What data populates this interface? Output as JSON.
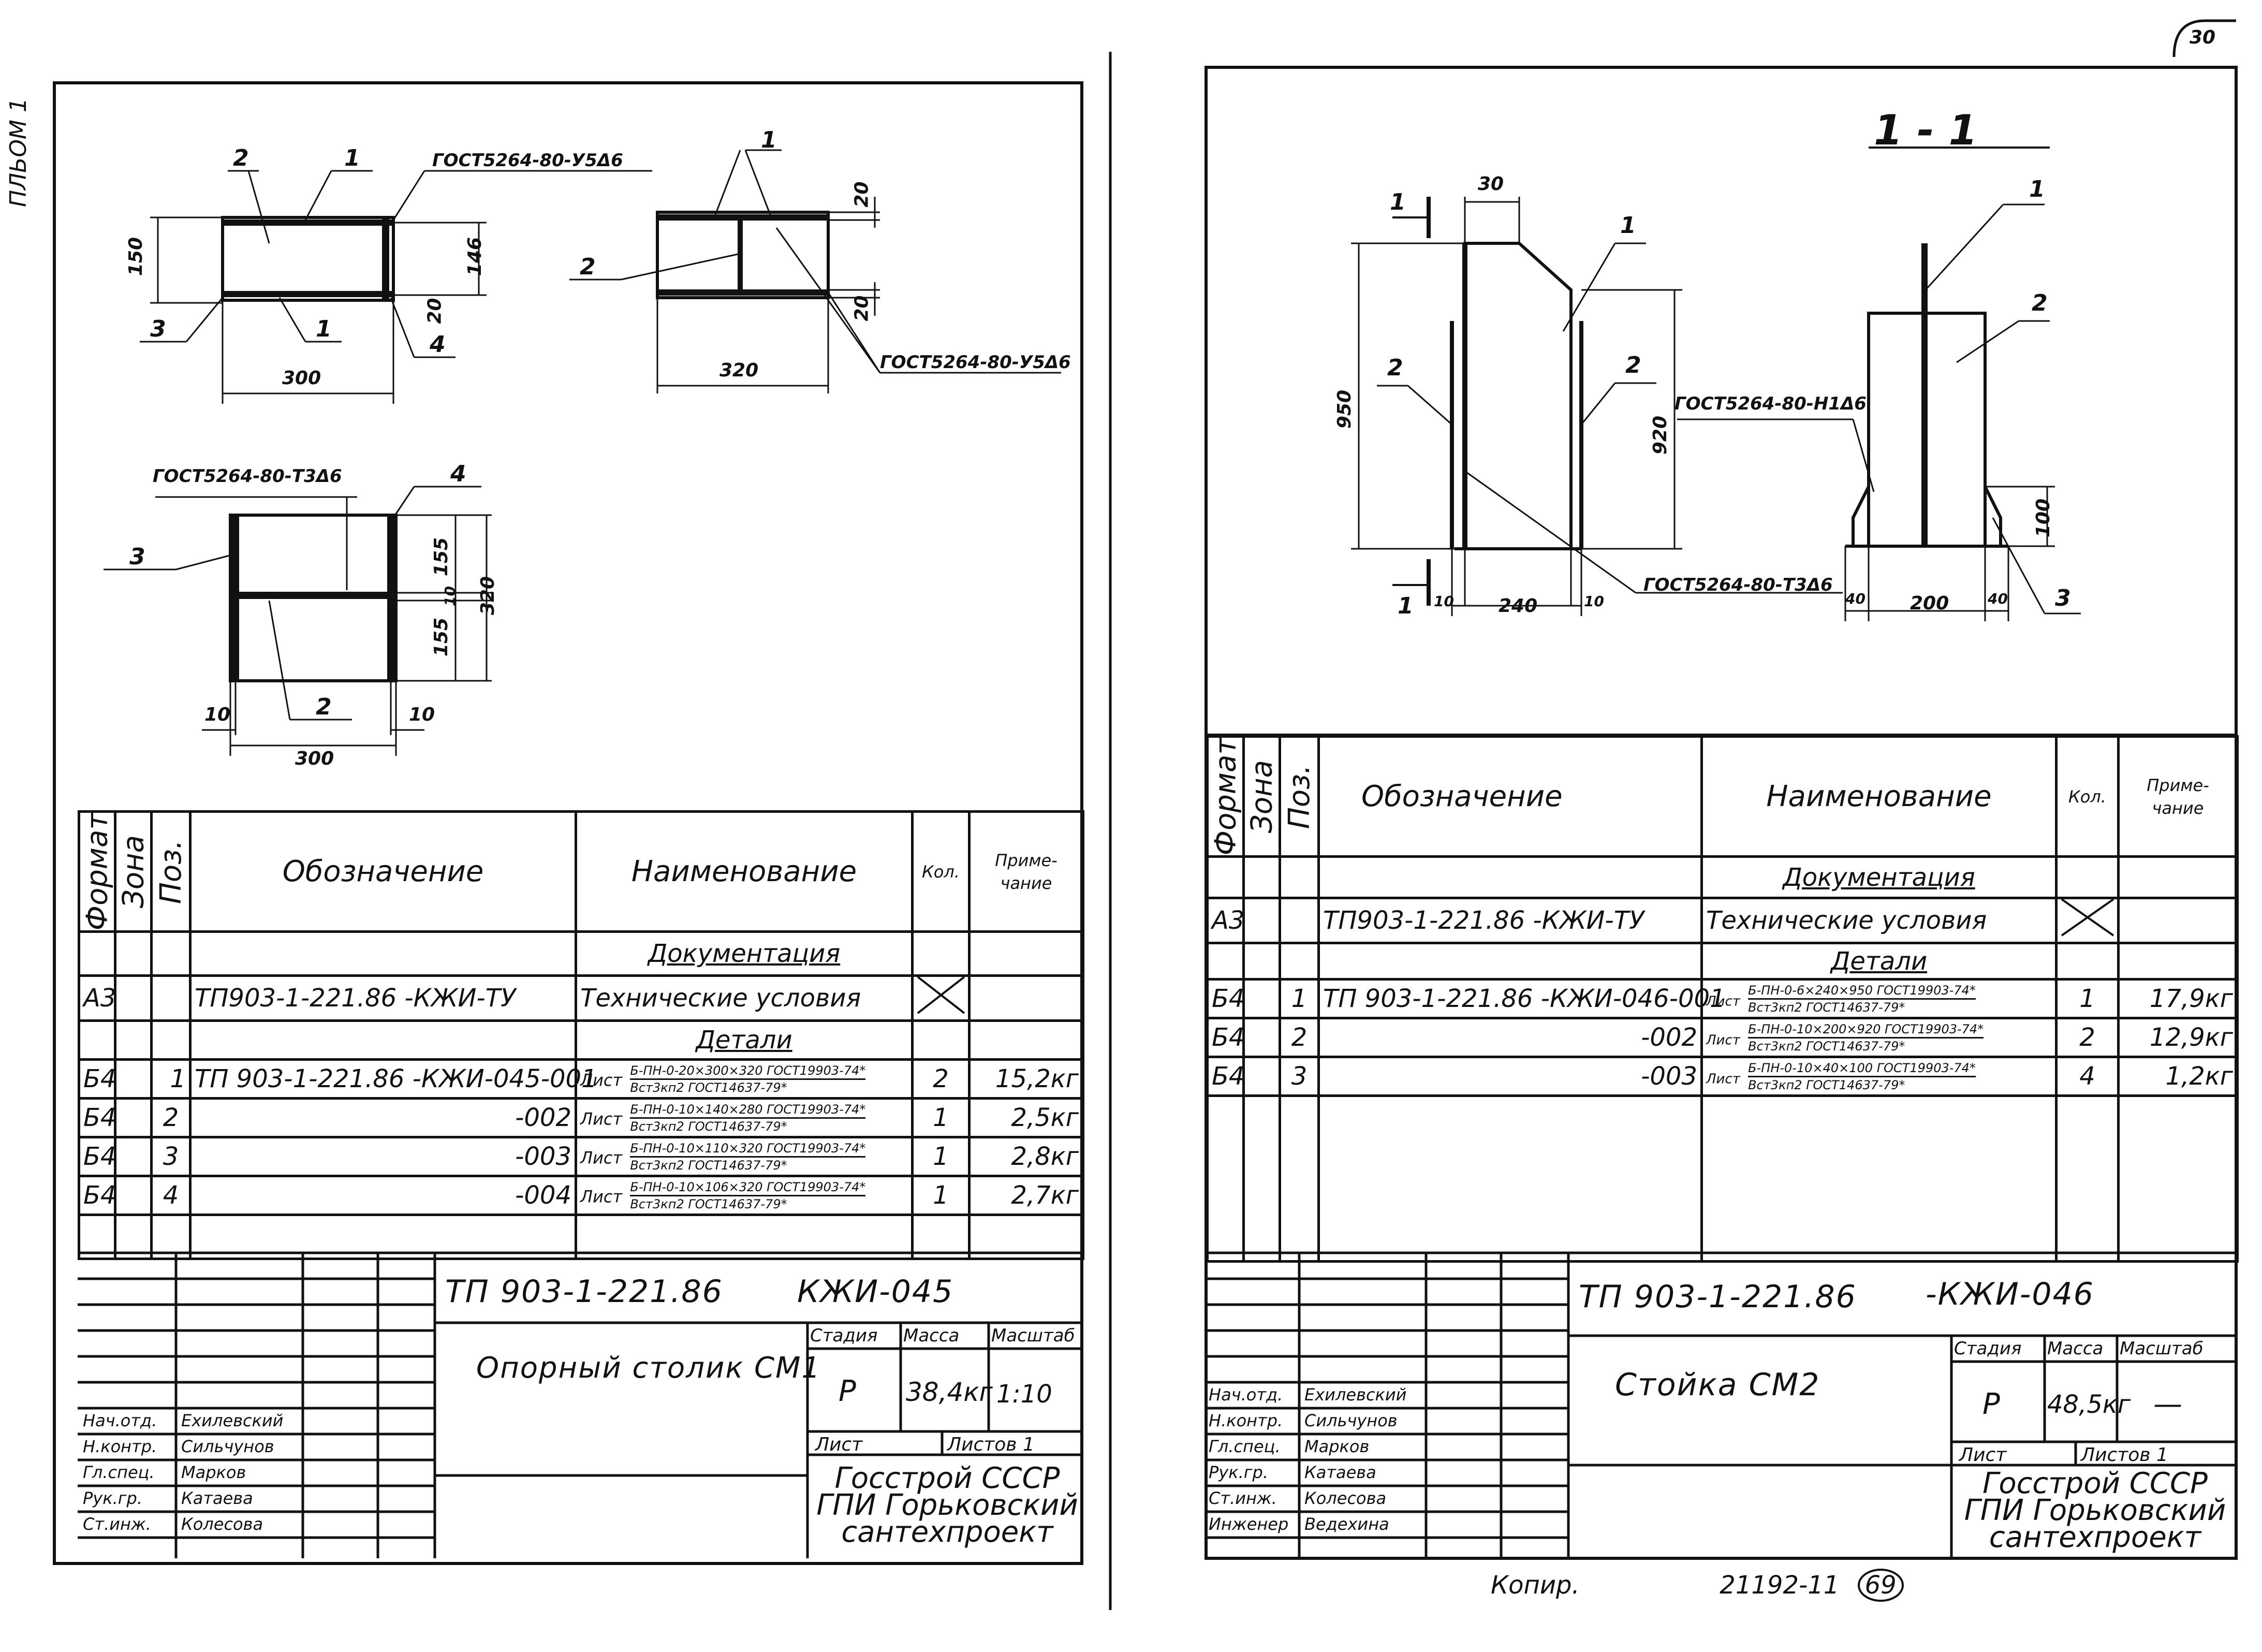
{
  "margin_note": "ПЛЬОМ 1",
  "corner_number": "30",
  "left": {
    "drawing": {
      "top_left": {
        "labels": [
          "2",
          "1",
          "3",
          "1",
          "4"
        ],
        "gost": "ГОСТ5264-80-У5Δ6",
        "dims": [
          "150",
          "146",
          "20",
          "300"
        ]
      },
      "top_right": {
        "labels": [
          "1",
          "2"
        ],
        "gost": "ГОСТ5264-80-У5Δ6",
        "dims": [
          "20",
          "20",
          "320"
        ]
      },
      "bottom": {
        "labels": [
          "4",
          "3",
          "2"
        ],
        "gost": "ГОСТ5264-80-Т3Δ6",
        "dims": [
          "155",
          "10",
          "155",
          "320",
          "10",
          "10",
          "300"
        ]
      }
    },
    "spec": {
      "headers": {
        "format": "Формат",
        "zone": "Зона",
        "pos": "Поз.",
        "designation": "Обозначение",
        "name": "Наименование",
        "qty": "Кол.",
        "note": "Приме-чание"
      },
      "section_docs": "Документация",
      "doc_row": {
        "format": "А3",
        "designation": "ТП903-1-221.86    -КЖИ-ТУ",
        "name": "Технические условия"
      },
      "section_parts": "Детали",
      "rows": [
        {
          "format": "Б4",
          "pos": "1",
          "designation": "ТП 903-1-221.86   -КЖИ-045-001",
          "list": "Лист",
          "name_top": "Б-ПН-0-20×300×320 ГОСТ19903-74*",
          "name_bottom": "Вст3кп2 ГОСТ14637-79*",
          "qty": "2",
          "note": "15,2кг"
        },
        {
          "format": "Б4",
          "pos": "2",
          "designation": "-002",
          "list": "Лист",
          "name_top": "Б-ПН-0-10×140×280 ГОСТ19903-74*",
          "name_bottom": "Вст3кп2 ГОСТ14637-79*",
          "qty": "1",
          "note": "2,5кг"
        },
        {
          "format": "Б4",
          "pos": "3",
          "designation": "-003",
          "list": "Лист",
          "name_top": "Б-ПН-0-10×110×320 ГОСТ19903-74*",
          "name_bottom": "Вст3кп2 ГОСТ14637-79*",
          "qty": "1",
          "note": "2,8кг"
        },
        {
          "format": "Б4",
          "pos": "4",
          "designation": "-004",
          "list": "Лист",
          "name_top": "Б-ПН-0-10×106×320 ГОСТ19903-74*",
          "name_bottom": "Вст3кп2 ГОСТ14637-79*",
          "qty": "1",
          "note": "2,7кг"
        }
      ]
    },
    "title_block": {
      "project": "ТП 903-1-221.86",
      "code": "КЖИ-045",
      "title": "Опорный столик СМ1",
      "stage_label": "Стадия",
      "mass_label": "Масса",
      "scale_label": "Масштаб",
      "stage": "Р",
      "mass": "38,4кг",
      "scale": "1:10",
      "sheet_label": "Лист",
      "sheets_label": "Листов 1",
      "org": [
        "Госстрой СССР",
        "ГПИ Горьковский",
        "сантехпроект"
      ],
      "staff": [
        {
          "role": "Нач.отд.",
          "name": "Ехилевский"
        },
        {
          "role": "Н.контр.",
          "name": "Сильчунов"
        },
        {
          "role": "Гл.спец.",
          "name": "Марков"
        },
        {
          "role": "Рук.гр.",
          "name": "Катаева"
        },
        {
          "role": "Ст.инж.",
          "name": "Колесова"
        }
      ]
    }
  },
  "right": {
    "section_title": "1 - 1",
    "drawing": {
      "labels": [
        "1",
        "1",
        "2",
        "2",
        "1",
        "2",
        "1",
        "3"
      ],
      "gost1": "ГОСТ5264-80-Н1Δ6",
      "gost2": "ГОСТ5264-80-Т3Δ6",
      "dims": [
        "30",
        "950",
        "920",
        "10",
        "240",
        "10",
        "40",
        "200",
        "40",
        "100"
      ]
    },
    "spec": {
      "section_docs": "Документация",
      "doc_row": {
        "format": "А3",
        "designation": "ТП903-1-221.86   -КЖИ-ТУ",
        "name": "Технические условия"
      },
      "section_parts": "Детали",
      "rows": [
        {
          "format": "Б4",
          "pos": "1",
          "designation": "ТП 903-1-221.86  -КЖИ-046-001",
          "list": "Лист",
          "name_top": "Б-ПН-0-6×240×950 ГОСТ19903-74*",
          "name_bottom": "Вст3кп2 ГОСТ14637-79*",
          "qty": "1",
          "note": "17,9кг"
        },
        {
          "format": "Б4",
          "pos": "2",
          "designation": "-002",
          "list": "Лист",
          "name_top": "Б-ПН-0-10×200×920 ГОСТ19903-74*",
          "name_bottom": "Вст3кп2 ГОСТ14637-79*",
          "qty": "2",
          "note": "12,9кг"
        },
        {
          "format": "Б4",
          "pos": "3",
          "designation": "-003",
          "list": "Лист",
          "name_top": "Б-ПН-0-10×40×100 ГОСТ19903-74*",
          "name_bottom": "Вст3кп2   ГОСТ14637-79*",
          "qty": "4",
          "note": "1,2кг"
        }
      ]
    },
    "title_block": {
      "project": "ТП 903-1-221.86",
      "code": "-КЖИ-046",
      "title": "Стойка СМ2",
      "stage_label": "Стадия",
      "mass_label": "Масса",
      "scale_label": "Масштаб",
      "stage": "Р",
      "mass": "48,5кг",
      "scale": "—",
      "sheet_label": "Лист",
      "sheets_label": "Листов 1",
      "org": [
        "Госстрой СССР",
        "ГПИ Горьковский",
        "сантехпроект"
      ],
      "staff": [
        {
          "role": "Нач.отд.",
          "name": "Ехилевский"
        },
        {
          "role": "Н.контр.",
          "name": "Сильчунов"
        },
        {
          "role": "Гл.спец.",
          "name": "Марков"
        },
        {
          "role": "Рук.гр.",
          "name": "Катаева"
        },
        {
          "role": "Ст.инж.",
          "name": "Колесова"
        },
        {
          "role": "Инженер",
          "name": "Ведехина"
        }
      ]
    },
    "copy_line": {
      "prefix": "Копир.",
      "number": "21192-11",
      "page": "69"
    }
  }
}
